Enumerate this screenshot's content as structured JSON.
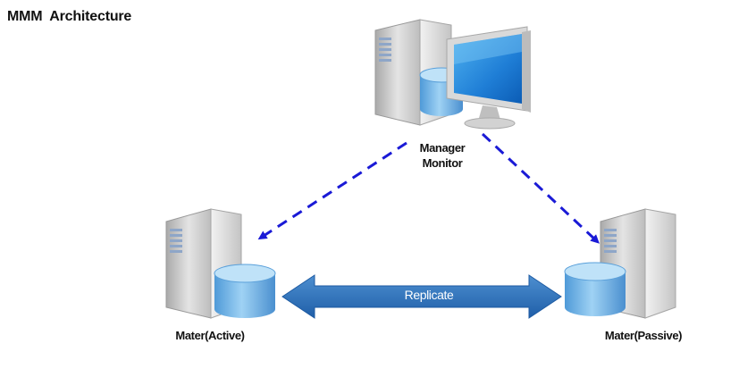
{
  "diagram": {
    "title": "MMM  Architecture",
    "nodes": {
      "manager": {
        "line1": "Manager",
        "line2": "Monitor"
      },
      "active": {
        "label": "Mater(Active)"
      },
      "passive": {
        "label": "Mater(Passive)"
      }
    },
    "edges": {
      "replicate": {
        "label": "Replicate"
      }
    },
    "colors": {
      "arrow_blue": "#1a1ad6",
      "replicate_blue": "#2a6db8",
      "disk_blue": "#6fb4e6",
      "server_gray": "#c9c9c9"
    }
  }
}
